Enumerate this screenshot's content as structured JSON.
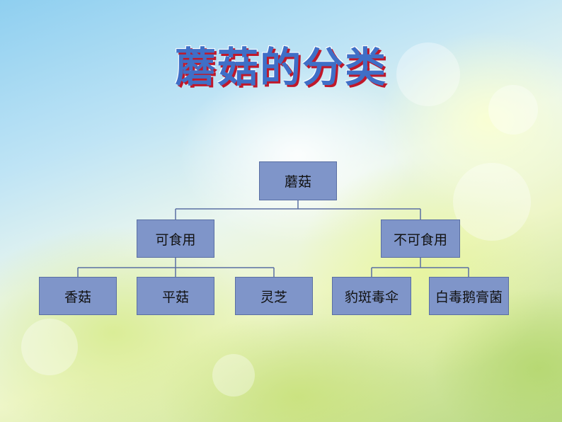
{
  "title": "蘑菇的分类",
  "tree": {
    "root": "蘑菇",
    "edible": {
      "label": "可食用",
      "children": [
        "香菇",
        "平菇",
        "灵芝"
      ]
    },
    "inedible": {
      "label": "不可食用",
      "children": [
        "豹斑毒伞",
        "白毒鹅膏菌"
      ]
    }
  },
  "colors": {
    "node_fill": "#7f95c9",
    "title_fill": "#3f6fc7",
    "title_shadow": "#c0182a"
  }
}
